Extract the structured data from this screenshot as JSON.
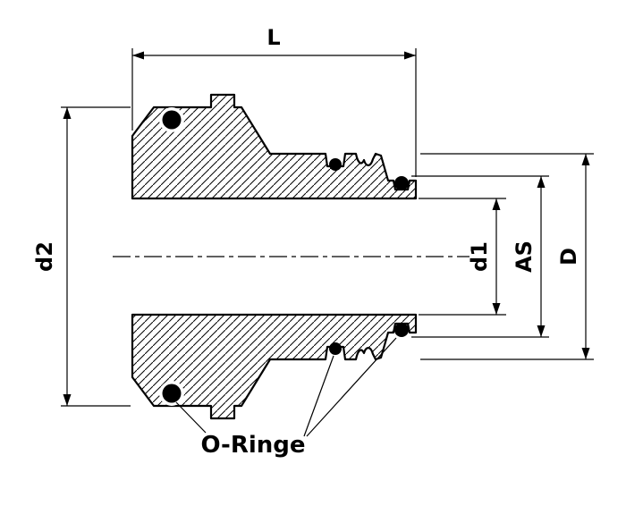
{
  "drawing": {
    "type": "technical-cross-section",
    "subject": "threaded insert fitting with O-rings",
    "background_color": "#ffffff",
    "line_color": "#000000",
    "oring_fill_color": "#000000",
    "labels": {
      "length": "L",
      "flange_diameter": "d2",
      "bore_diameter": "d1",
      "seal_diameter": "AS",
      "body_diameter": "D",
      "oring": "O-Ringe"
    }
  }
}
